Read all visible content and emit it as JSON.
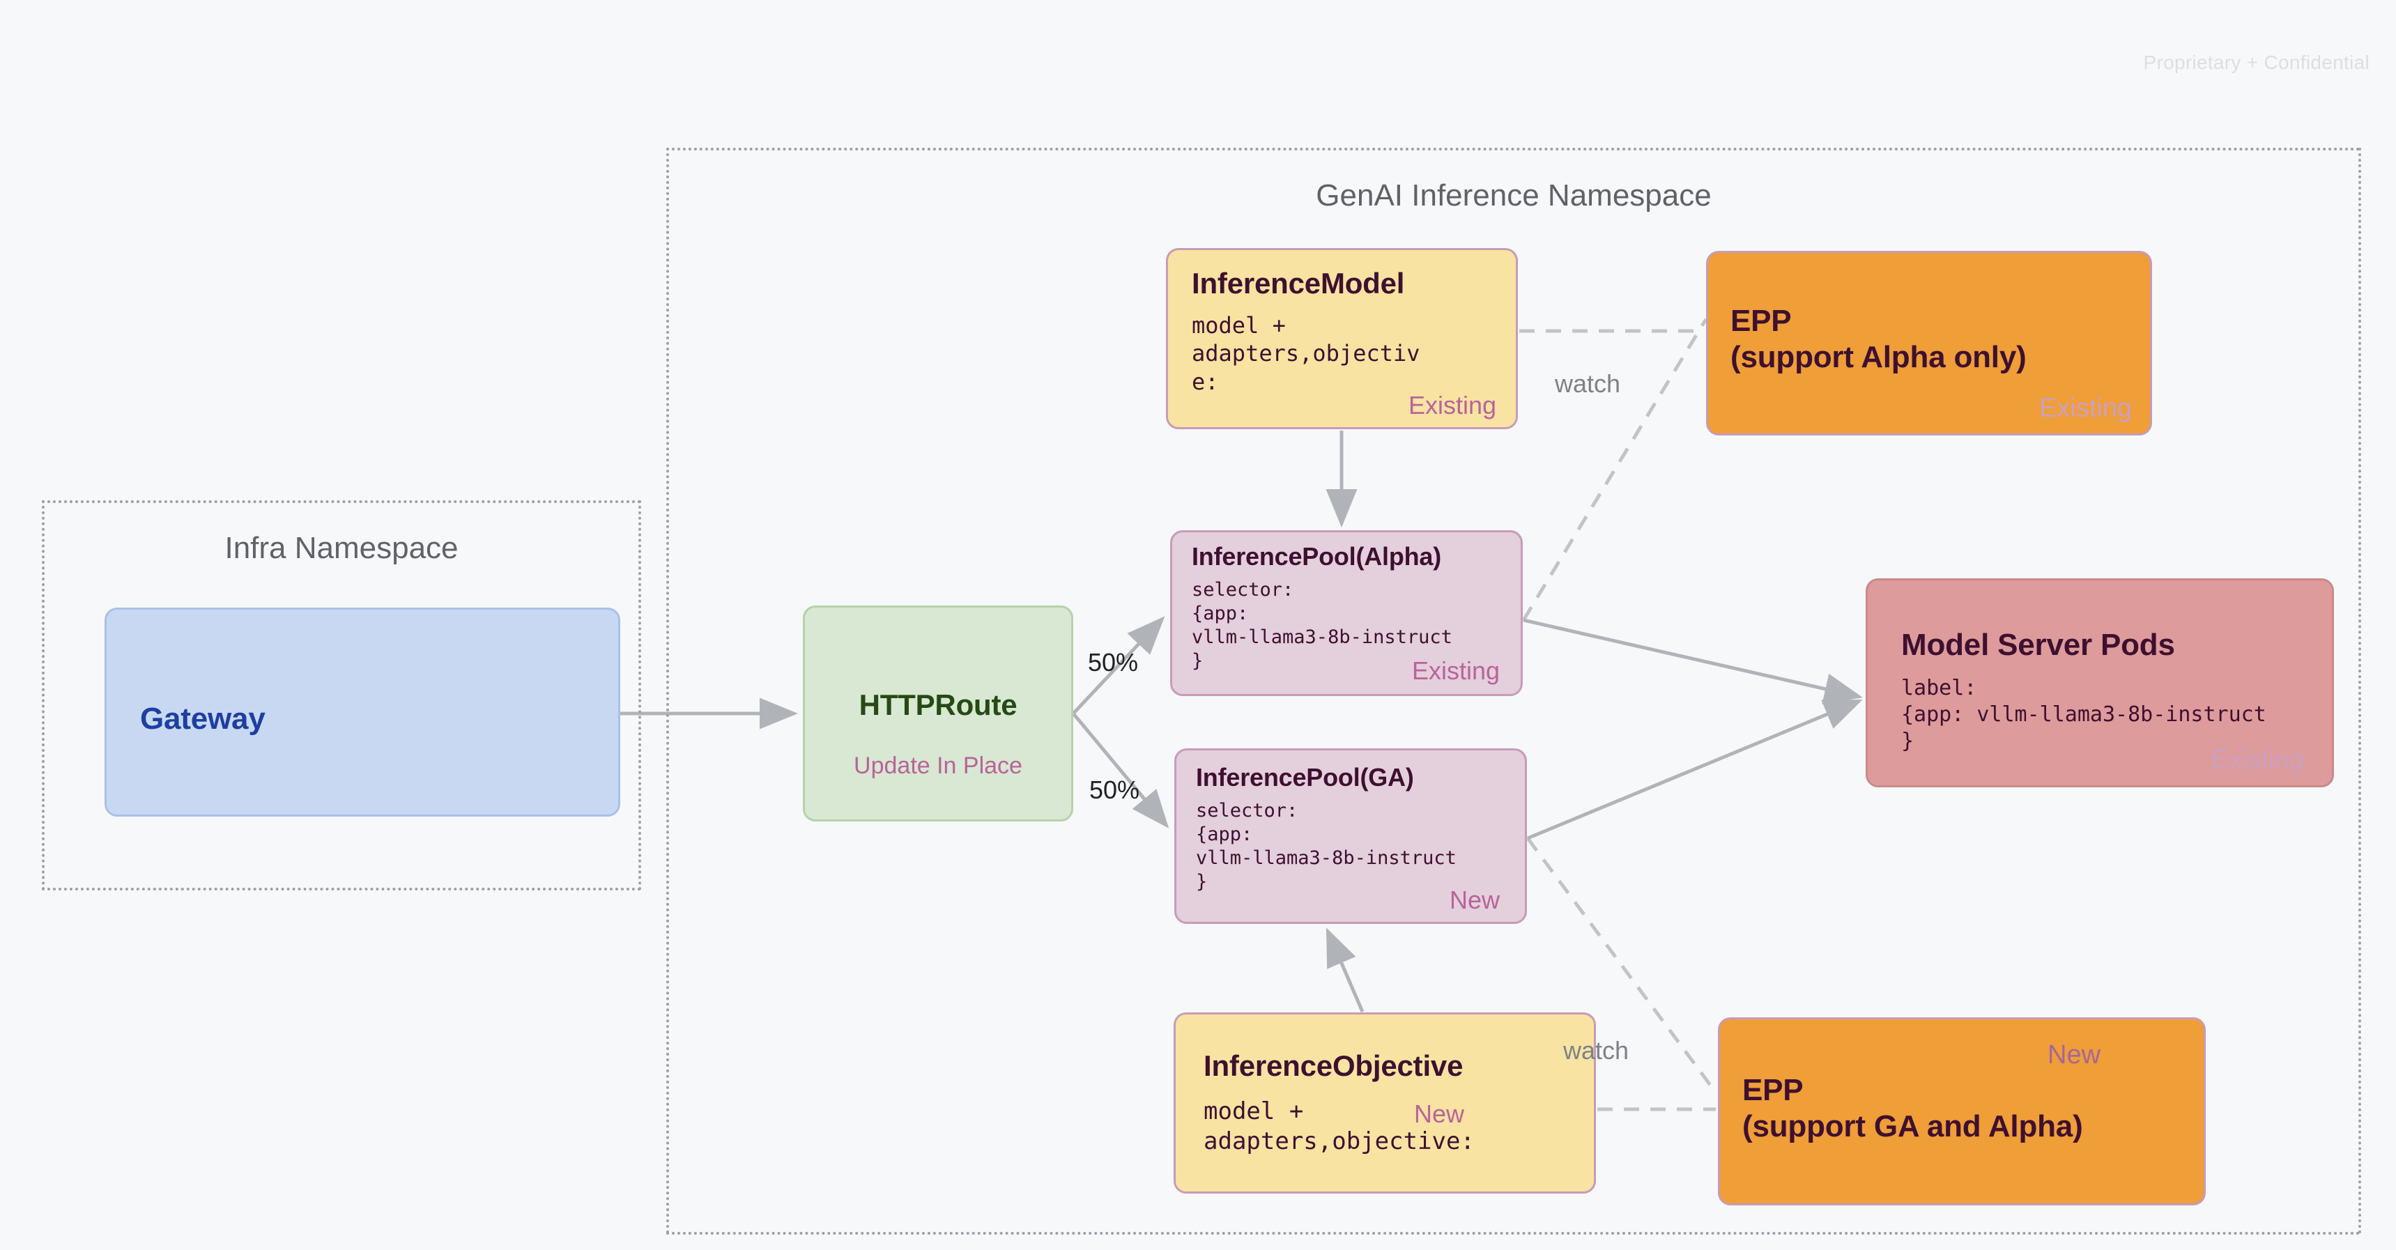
{
  "page": {
    "confidential_notice": "Proprietary + Confidential",
    "background_color": "#F7F8FA"
  },
  "namespaces": [
    {
      "id": "infra",
      "title": "Infra Namespace"
    },
    {
      "id": "genai",
      "title": "GenAI Inference Namespace"
    }
  ],
  "nodes": {
    "gateway": {
      "title": "Gateway",
      "fill": "#C9D8F2",
      "border": "#A9C0EA",
      "text_color": "#1C3FA0"
    },
    "httproute": {
      "title": "HTTPRoute",
      "tag": "Update In Place",
      "fill": "#D9E8D2",
      "border": "#B5D2A9",
      "text_color": "#254A16"
    },
    "inferencemodel": {
      "title": "InferenceModel",
      "body": "model +\nadapters,objectiv\ne:",
      "tag": "Existing",
      "fill": "#F9E3A2",
      "border": "#C89BB8"
    },
    "poolalpha": {
      "title": "InferencePool(Alpha)",
      "body": "selector:\n{app:\nvllm-llama3-8b-instruct\n}",
      "tag": "Existing",
      "fill": "#E4CFDC",
      "border": "#C89BB8"
    },
    "poolga": {
      "title": "InferencePool(GA)",
      "body": "selector:\n{app:\nvllm-llama3-8b-instruct\n}",
      "tag": "New",
      "fill": "#E4CFDC",
      "border": "#C89BB8"
    },
    "inferenceobjective": {
      "title": "InferenceObjective",
      "body": "model +\nadapters,objective:",
      "tag": "New",
      "fill": "#F9E3A2",
      "border": "#C89BB8"
    },
    "eppalpha": {
      "title": "EPP\n(support Alpha only)",
      "tag": "Existing",
      "fill": "#EF9E38",
      "border": "#C89BB8"
    },
    "eppga": {
      "title": "EPP\n(support GA and Alpha)",
      "tag": "New",
      "fill": "#EF9E38",
      "border": "#C89BB8"
    },
    "modelserverpods": {
      "title": "Model Server Pods",
      "body": "label:\n{app: vllm-llama3-8b-instruct\n}",
      "tag": "Existing",
      "fill": "#DE9B9B",
      "border": "#C98A8A"
    }
  },
  "edges": {
    "split_top_label": "50%",
    "split_bottom_label": "50%",
    "watch_top_label": "watch",
    "watch_bottom_label": "watch",
    "line_color": "#B0B4B8"
  }
}
